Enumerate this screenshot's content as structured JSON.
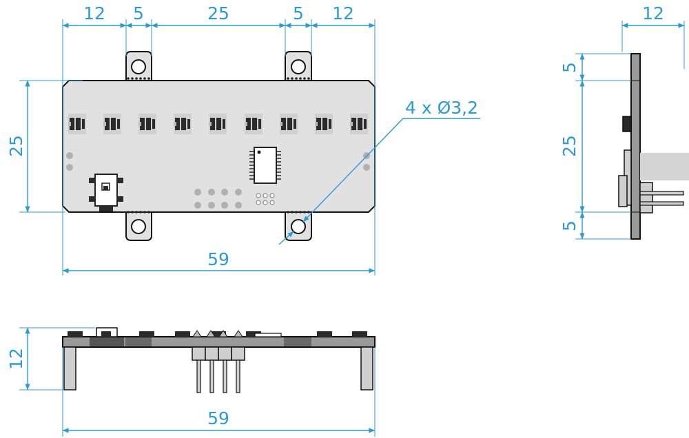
{
  "colors": {
    "dimension": "#2a9ad8",
    "pcb": "#e1e1e1",
    "outline": "#111111",
    "component": "#2b2b2b"
  },
  "top_view": {
    "top_dims": [
      "12",
      "5",
      "25",
      "5",
      "12"
    ],
    "height_dim": "25",
    "width_dim": "59",
    "hole_callout": "4 x Ø3,2"
  },
  "side_view": {
    "width_dim": "12",
    "dims": [
      "5",
      "25",
      "5"
    ]
  },
  "front_view": {
    "height_dim": "12",
    "width_dim": "59"
  }
}
